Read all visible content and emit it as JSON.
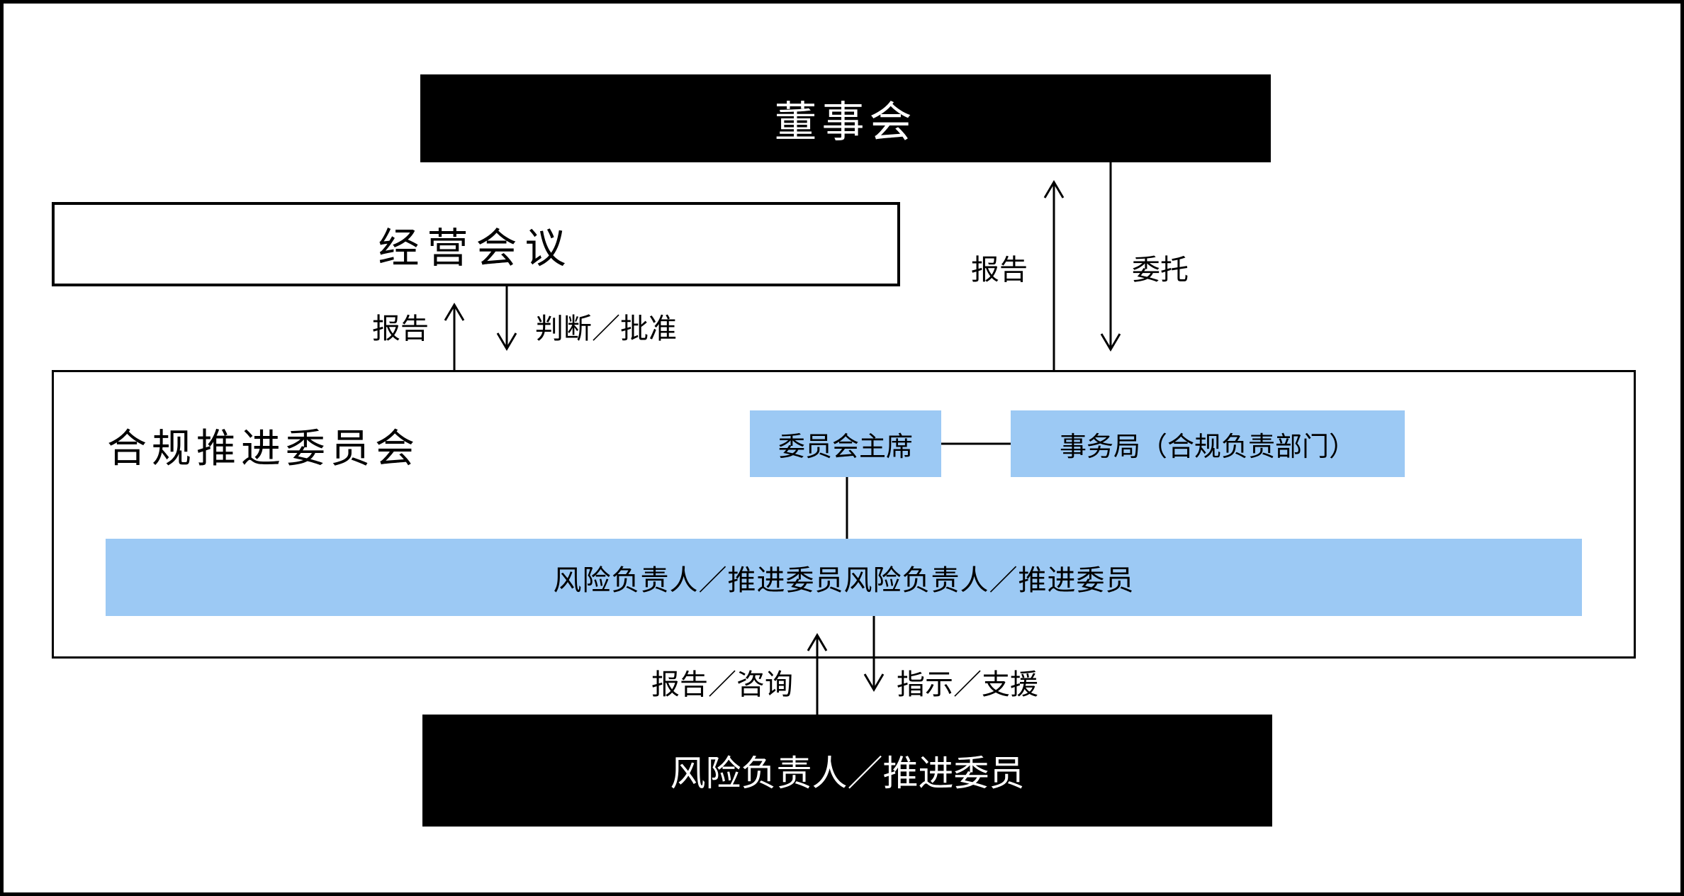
{
  "diagram": {
    "nodes": {
      "board": {
        "label": "董事会"
      },
      "management_meeting": {
        "label": "经营会议"
      },
      "compliance_committee": {
        "label": "合规推进委员会"
      },
      "committee_chair": {
        "label": "委员会主席"
      },
      "secretariat": {
        "label": "事务局（合规负责部门）"
      },
      "risk_members_bar": {
        "label": "风险负责人／推进委员风险负责人／推进委员"
      },
      "risk_members_bottom": {
        "label": "风险负责人／推进委员"
      }
    },
    "edge_labels": {
      "report_left": "报告",
      "judge_approve": "判断／批准",
      "report_right": "报告",
      "entrust": "委托",
      "report_consult": "报告／咨询",
      "instruct_support": "指示／支援"
    },
    "colors": {
      "node_blue": "#9CC9F4",
      "node_black": "#000000",
      "text_on_black": "#FFFFFF",
      "line": "#000000",
      "background": "#FFFFFF"
    }
  }
}
